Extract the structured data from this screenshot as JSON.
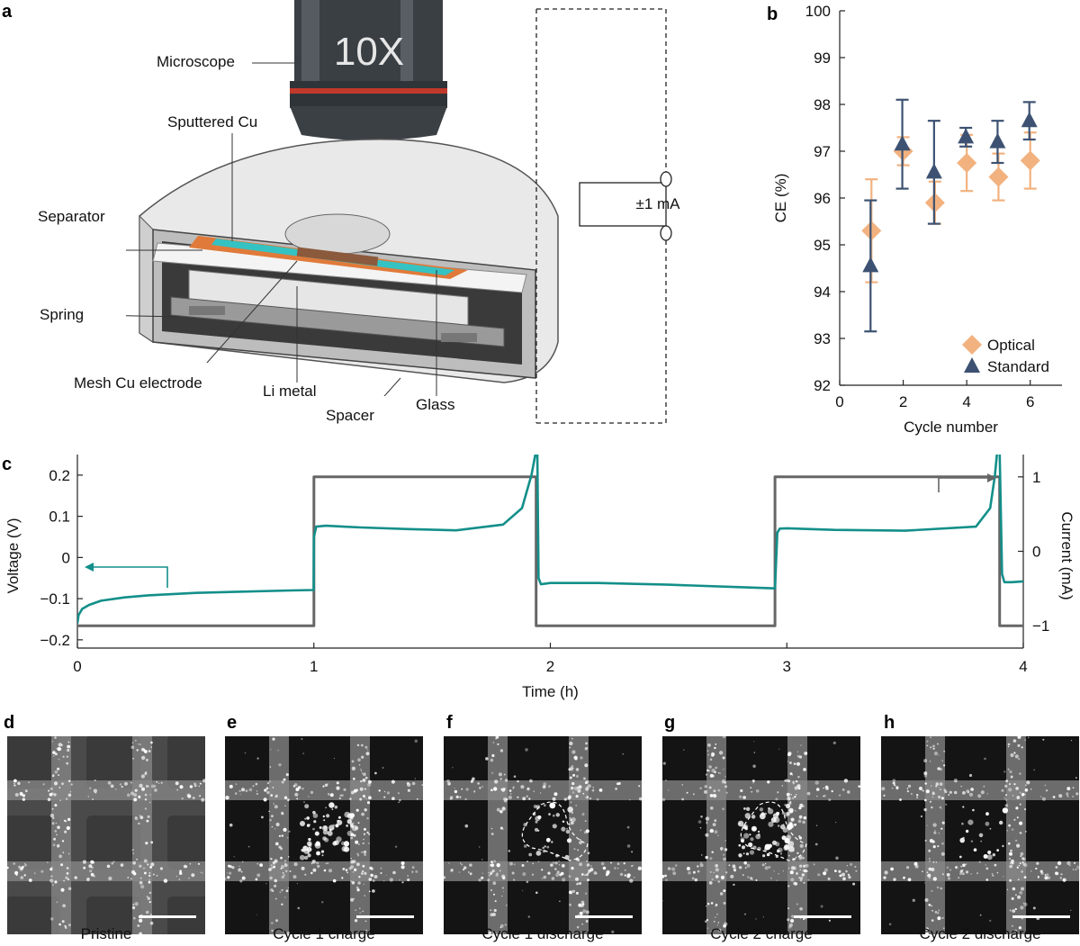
{
  "panels": {
    "a": {
      "letter": "a",
      "callouts": {
        "microscope": "Microscope",
        "sputtered_cu": "Sputtered Cu",
        "separator": "Separator",
        "spring": "Spring",
        "mesh_cu": "Mesh Cu electrode",
        "li_metal": "Li metal",
        "spacer": "Spacer",
        "glass": "Glass"
      },
      "objective_label": "10X",
      "current_source_label": "±1 mA"
    },
    "b": {
      "letter": "b"
    },
    "c": {
      "letter": "c"
    },
    "d": {
      "letter": "d",
      "caption": "Pristine"
    },
    "e": {
      "letter": "e",
      "caption": "Cycle 1 charge"
    },
    "f": {
      "letter": "f",
      "caption": "Cycle 1 discharge"
    },
    "g": {
      "letter": "g",
      "caption": "Cycle 2 charge"
    },
    "h": {
      "letter": "h",
      "caption": "Cycle 2 discharge"
    }
  },
  "chart_data": [
    {
      "panel": "b",
      "type": "scatter",
      "xlabel": "Cycle number",
      "ylabel": "CE (%)",
      "xlim": [
        0,
        7
      ],
      "ylim": [
        92,
        100
      ],
      "xticks": [
        0,
        2,
        4,
        6
      ],
      "yticks": [
        92,
        93,
        94,
        95,
        96,
        97,
        98,
        99,
        100
      ],
      "legend_position": "bottom-right",
      "series": [
        {
          "name": "Optical",
          "marker": "diamond",
          "color": "#f2b27f",
          "x": [
            1,
            2,
            3,
            4,
            5,
            6
          ],
          "y": [
            95.3,
            97.0,
            95.9,
            96.75,
            96.45,
            96.8
          ],
          "err": [
            1.1,
            0.3,
            0.45,
            0.6,
            0.5,
            0.6
          ]
        },
        {
          "name": "Standard",
          "marker": "triangle",
          "color": "#3d5272",
          "x": [
            1,
            2,
            3,
            4,
            5,
            6
          ],
          "y": [
            94.55,
            97.15,
            96.55,
            97.3,
            97.2,
            97.65
          ],
          "err": [
            1.4,
            0.95,
            1.1,
            0.2,
            0.45,
            0.4
          ]
        }
      ]
    },
    {
      "panel": "c",
      "type": "line",
      "xlabel": "Time (h)",
      "ylabel": "Voltage (V)",
      "ylabel_right": "Current (mA)",
      "xlim": [
        0,
        4
      ],
      "ylim": [
        -0.22,
        0.25
      ],
      "ylim_right": [
        -1.3,
        1.3
      ],
      "xticks": [
        0,
        1,
        2,
        3,
        4
      ],
      "yticks": [
        -0.2,
        -0.1,
        0,
        0.1,
        0.2
      ],
      "yticklabels": [
        "−0.2",
        "−0.1",
        "0",
        "0.1",
        "0.2"
      ],
      "yticks_right": [
        -1,
        0,
        1
      ],
      "yticklabels_right": [
        "−1",
        "0",
        "1"
      ],
      "series": [
        {
          "name": "",
          "axis": "left",
          "color": "#138f8a",
          "x": [
            0.0,
            0.005,
            0.02,
            0.05,
            0.1,
            0.2,
            0.3,
            0.5,
            0.7,
            0.9,
            0.999,
            1.0,
            1.01,
            1.05,
            1.2,
            1.4,
            1.6,
            1.8,
            1.88,
            1.92,
            1.94,
            1.945,
            1.95,
            1.96,
            2.0,
            2.2,
            2.5,
            2.8,
            2.95,
            2.96,
            2.97,
            3.0,
            3.2,
            3.5,
            3.8,
            3.86,
            3.88,
            3.89,
            3.9,
            3.91,
            3.92,
            3.95,
            4.0
          ],
          "y": [
            -0.16,
            -0.14,
            -0.125,
            -0.115,
            -0.105,
            -0.097,
            -0.092,
            -0.086,
            -0.083,
            -0.08,
            -0.079,
            0.05,
            0.075,
            0.077,
            0.073,
            0.069,
            0.066,
            0.08,
            0.12,
            0.2,
            0.26,
            0.26,
            -0.05,
            -0.065,
            -0.062,
            -0.062,
            -0.066,
            -0.072,
            -0.075,
            0.06,
            0.07,
            0.071,
            0.067,
            0.065,
            0.075,
            0.12,
            0.2,
            0.26,
            0.26,
            -0.04,
            -0.06,
            -0.06,
            -0.058
          ]
        },
        {
          "name": "",
          "axis": "right",
          "color": "#666666",
          "x": [
            0,
            1.0,
            1.0,
            1.94,
            1.94,
            2.95,
            2.95,
            3.9,
            3.9,
            4.0
          ],
          "y": [
            -1,
            -1,
            1,
            1,
            -1,
            -1,
            1,
            1,
            -1,
            -1
          ]
        }
      ]
    }
  ]
}
